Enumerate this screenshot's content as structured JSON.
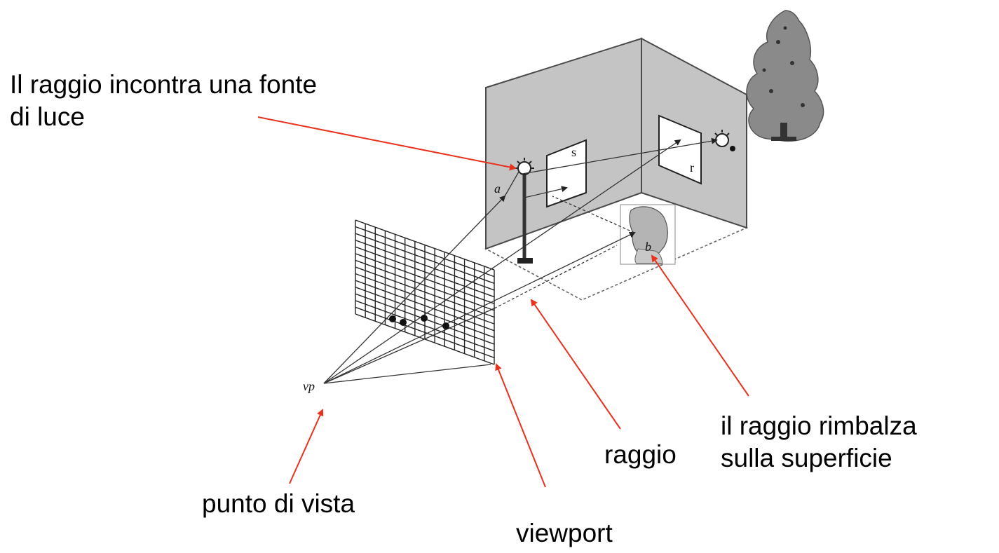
{
  "annotations": {
    "light_source": "Il raggio incontra una fonte",
    "light_source_2": "di luce",
    "bounce": "il raggio rimbalza",
    "bounce_2": "sulla superficie",
    "ray": "raggio",
    "viewpoint": "punto di vista",
    "viewport": "viewport"
  },
  "scene_labels": {
    "vp": "vp",
    "a": "a",
    "b": "b",
    "s": "s",
    "r": "r"
  },
  "colors": {
    "arrow": "#e8321e",
    "wall": "#c4c4c4",
    "wall_edge": "#4a4a4a",
    "line": "#333333",
    "tree": "#8a8a8a"
  }
}
